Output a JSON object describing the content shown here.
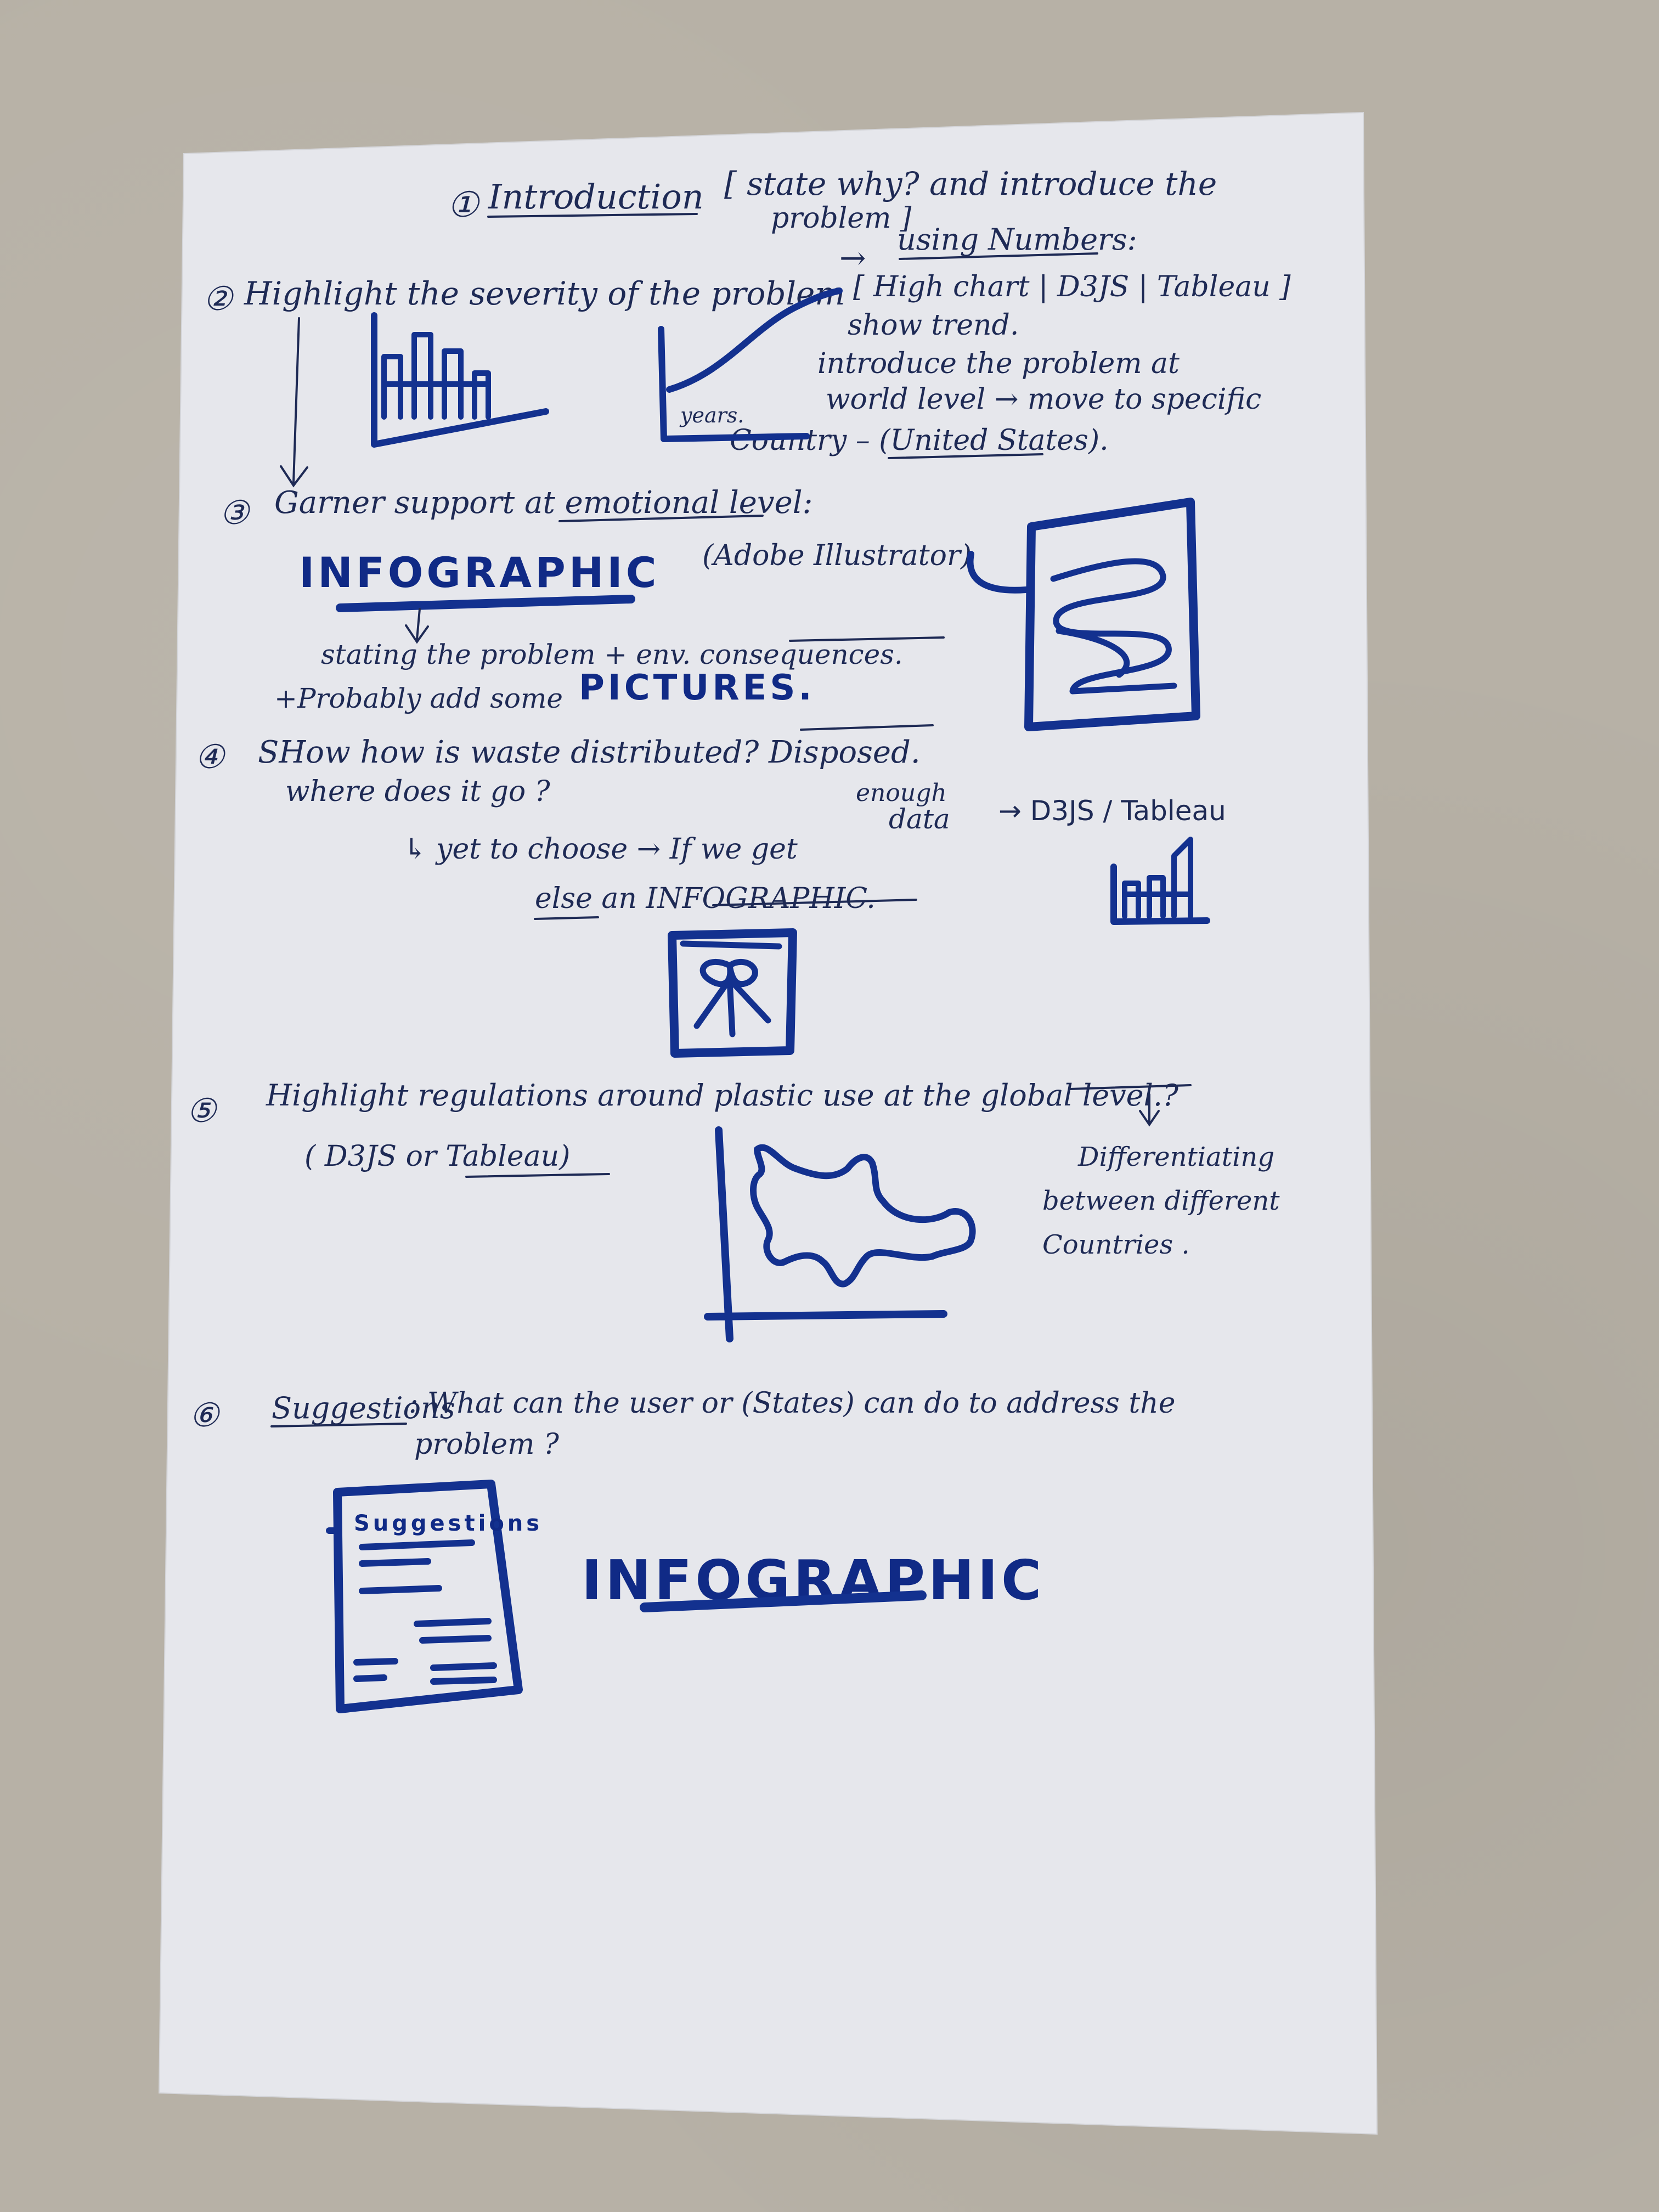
{
  "sections": {
    "s1": {
      "number": "①",
      "title": "Introduction",
      "note_line1": "[ state why? and introduce the",
      "note_line2": "problem ]"
    },
    "s2": {
      "number": "②",
      "title": "Highlight the severity of the problem",
      "arrow": "→",
      "using_numbers": "using Numbers:",
      "tools": "[ High chart | D3JS | Tableau ]",
      "show_trend": "show trend.",
      "intro_line1": "introduce the problem at",
      "intro_line2": "world level → move to specific",
      "country_line": "Country – (United States).",
      "years_label": "years."
    },
    "s3": {
      "number": "③",
      "title": "Garner support at emotional level:",
      "infographic": "INFOGRAPHIC",
      "tool": "(Adobe Illustrator)",
      "stating": "stating the problem + env. consequences.",
      "probably": "+Probably add some",
      "pictures": "PICTURES."
    },
    "s4": {
      "number": "④",
      "title": "SHow how is waste distributed? Disposed.",
      "where": "where does it go ?",
      "choose": "↳ yet to choose → If we get",
      "enough": "enough",
      "data": "data",
      "tools": "→ D3JS / Tableau",
      "else": "else an INFOGRAPHIC."
    },
    "s5": {
      "number": "⑤",
      "title": "Highlight regulations around plastic use at the global level.?",
      "tools": "( D3JS or Tableau)",
      "diff1": "Differentiating",
      "diff2": "between different",
      "diff3": "Countries ."
    },
    "s6": {
      "number": "⑥",
      "title_word": "Suggestions",
      "title_rest": ": What can the user or (States) can do to address the",
      "title_line2": "problem ?",
      "infographic": "INFOGRAPHIC",
      "doc_heading": "Suggestions"
    }
  },
  "colors": {
    "ink": "#1e2a55",
    "marker": "#13318f",
    "paper": "#e6e7ec",
    "desk": "#b7b1a6"
  }
}
